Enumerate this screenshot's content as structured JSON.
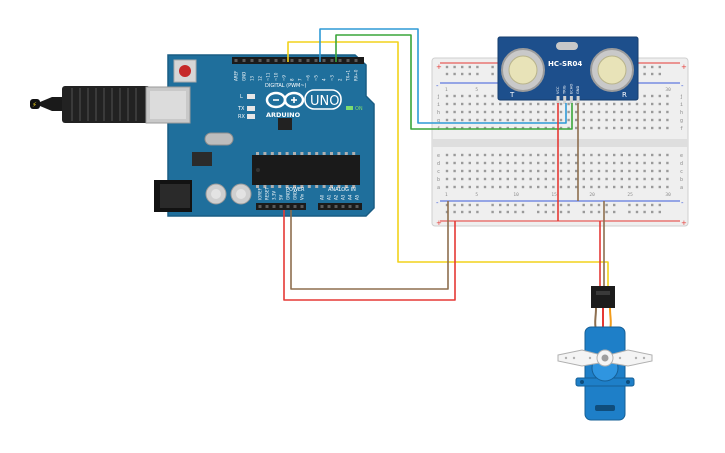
{
  "arduino": {
    "brand": "ARDUINO",
    "model": "UNO",
    "digital_label": "DIGITAL (PWM~)",
    "power_label": "POWER",
    "analog_label": "ANALOG IN",
    "on_label": "ON",
    "led_labels": [
      "L",
      "TX",
      "RX"
    ],
    "top_pins": [
      "AREF",
      "GND",
      "13",
      "12",
      "~11",
      "~10",
      "~9",
      "8",
      "7",
      "~6",
      "~5",
      "4",
      "~3",
      "2",
      "TX→1",
      "RX←0"
    ],
    "power_pins": [
      "IOREF",
      "RESET",
      "3.3V",
      "5V",
      "GND",
      "GND",
      "Vin"
    ],
    "analog_pins": [
      "A0",
      "A1",
      "A2",
      "A3",
      "A4",
      "A5"
    ],
    "board_color": "#1f6f9c"
  },
  "sensor": {
    "label": "HC-SR04",
    "left_mark": "T",
    "right_mark": "R",
    "pins": [
      "VCC",
      "TRIG",
      "ECHO",
      "GND"
    ],
    "board_color": "#1d4f8c"
  },
  "breadboard": {
    "row_letters_top": [
      "j",
      "i",
      "h",
      "g",
      "f"
    ],
    "row_letters_bottom": [
      "e",
      "d",
      "c",
      "b",
      "a"
    ],
    "col_numbers": [
      "1",
      "5",
      "10",
      "15",
      "20",
      "25",
      "30"
    ],
    "rail_plus": "+",
    "rail_minus": "-"
  },
  "servo": {
    "body_color": "#1e7fc8"
  },
  "wire_colors": {
    "power": "#e53935",
    "ground": "#8d6e4e",
    "signal_yellow": "#f2d21b",
    "signal_blue": "#2f9ad6",
    "signal_green": "#3aa53a"
  }
}
